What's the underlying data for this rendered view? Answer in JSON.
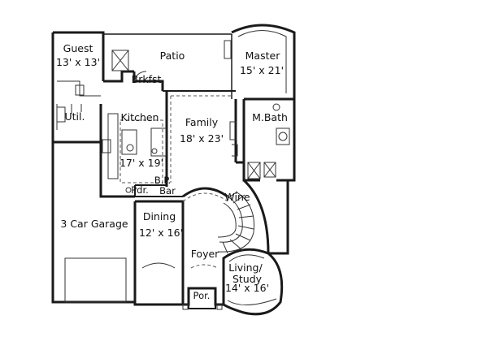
{
  "rooms": {
    "guest": {
      "name": "Guest",
      "dims": "13' x 13'"
    },
    "patio": {
      "name": "Patio"
    },
    "master": {
      "name": "Master",
      "dims": "15' x 21'"
    },
    "brkfst": {
      "name": "Brkfst."
    },
    "util": {
      "name": "Util."
    },
    "kitchen": {
      "name": "Kitchen",
      "dims": "17' x 19'"
    },
    "family": {
      "name": "Family",
      "dims": "18' x 23'"
    },
    "mbath": {
      "name": "M.Bath"
    },
    "pdr": {
      "name": "Pdr."
    },
    "bp": {
      "name": "B.P."
    },
    "bar": {
      "name": "Bar"
    },
    "wine": {
      "name": "Wine"
    },
    "garage": {
      "name": "3 Car Garage"
    },
    "dining": {
      "name": "Dining",
      "dims": "12' x 16'"
    },
    "foyer": {
      "name": "Foyer"
    },
    "living": {
      "name": "Living/",
      "name2": "Study",
      "dims": "14' x 16'"
    },
    "porch": {
      "name": "Por."
    }
  }
}
